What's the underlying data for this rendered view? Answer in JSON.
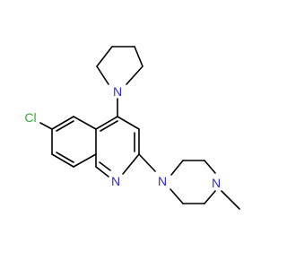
{
  "molecule": {
    "atoms": [
      {
        "id": "cl",
        "label": "Cl",
        "color": "#33aa33"
      },
      {
        "id": "n_quinoline",
        "label": "N",
        "color": "#2b2be0"
      },
      {
        "id": "n_pyrrolidine",
        "label": "N",
        "color": "#2b2be0"
      },
      {
        "id": "n_piperazine_1",
        "label": "N",
        "color": "#2b2be0"
      },
      {
        "id": "n_piperazine_4",
        "label": "N",
        "color": "#2b2be0"
      }
    ]
  }
}
